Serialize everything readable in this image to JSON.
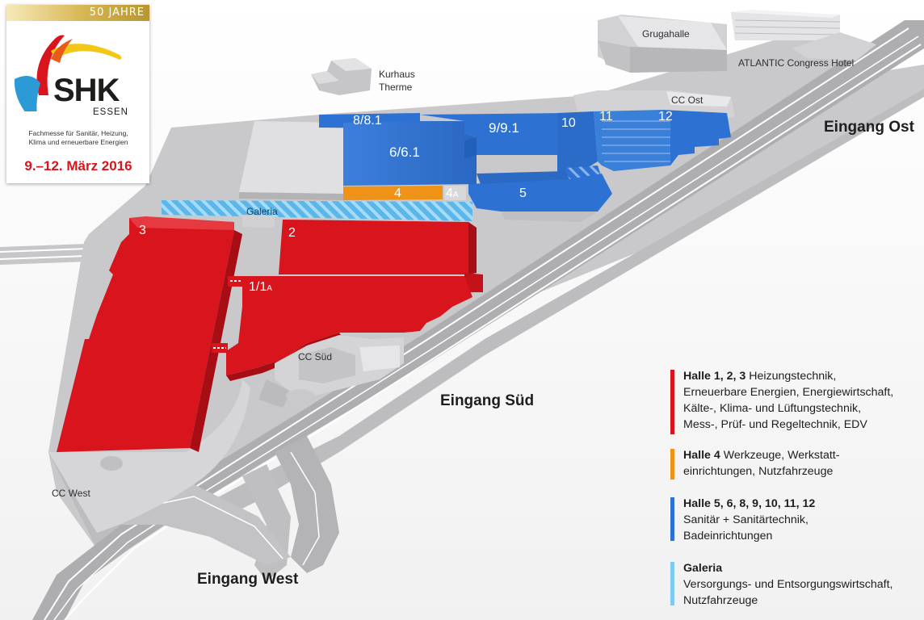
{
  "logo": {
    "anniversary": "50 JAHRE",
    "brand": "SHK",
    "city": "ESSEN",
    "tagline_1": "Fachmesse für Sanitär, Heizung,",
    "tagline_2": "Klima und erneuerbare Energien",
    "dates": "9.–12. März 2016"
  },
  "colors": {
    "heating_red": "#d8141d",
    "tools_orange": "#ee9317",
    "sanitary_blue": "#2d72d2",
    "galeria_lightblue": "#7fcaf0"
  },
  "halls": {
    "h3": "3",
    "h2": "2",
    "h1": "1/1",
    "h1a": "A",
    "h4": "4",
    "h4a": "4",
    "h4a_suffix": "A",
    "h5": "5",
    "h66": "6/6.1",
    "h88": "8/8.1",
    "h99": "9/9.1",
    "h10": "10",
    "h11": "11",
    "h12": "12",
    "galeria": "Galeria"
  },
  "buildings": {
    "kurhaus": "Kurhaus",
    "therme": "Therme",
    "grugahalle": "Grugahalle",
    "hotel": "ATLANTIC Congress Hotel",
    "cc_ost": "CC Ost",
    "cc_sued": "CC Süd",
    "cc_west": "CC West"
  },
  "entrances": {
    "ost": "Eingang Ost",
    "sued": "Eingang Süd",
    "west": "Eingang West"
  },
  "legend": [
    {
      "title": "Halle 1, 2, 3",
      "lines": [
        "Heizungstechnik,",
        "Erneuerbare Energien, Energiewirtschaft,",
        "Kälte-, Klima- und Lüftungstechnik,",
        "Mess-, Prüf- und Regeltechnik, EDV"
      ],
      "color": "#d8141d"
    },
    {
      "title": "Halle 4",
      "lines": [
        "Werkzeuge, Werkstatt-",
        "einrichtungen, Nutzfahrzeuge"
      ],
      "color": "#ee9317"
    },
    {
      "title": "Halle 5, 6, 8, 9, 10, 11, 12",
      "lines": [
        "Sanitär + Sanitärtechnik,",
        "Badeinrichtungen"
      ],
      "color": "#2d72d2"
    },
    {
      "title": "Galeria",
      "lines": [
        "Versorgungs- und Entsorgungswirtschaft,",
        "Nutzfahrzeuge"
      ],
      "color": "#7fcaf0"
    }
  ]
}
